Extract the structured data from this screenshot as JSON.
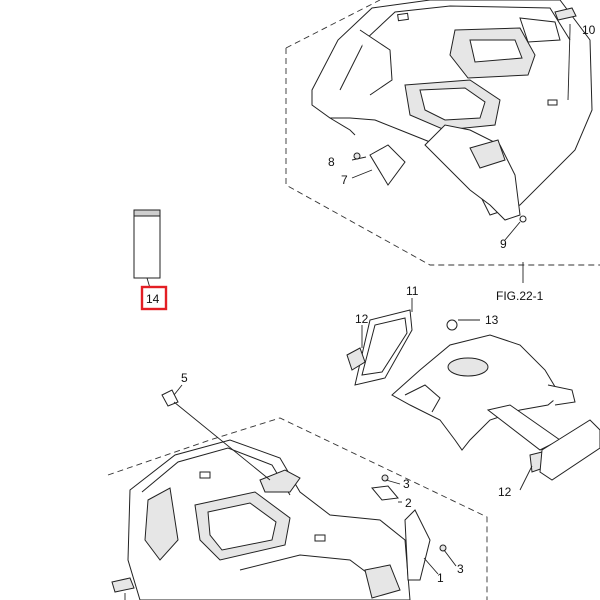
{
  "callouts": {
    "c1": "1",
    "c2": "2",
    "c3a": "3",
    "c3b": "3",
    "c5": "5",
    "c7": "7",
    "c8": "8",
    "c9": "9",
    "c10": "10",
    "c11": "11",
    "c12a": "12",
    "c12b": "12",
    "c13": "13",
    "c14": "14"
  },
  "figure_ref": "FIG.22-1",
  "colors": {
    "highlight": "#e31e24",
    "line": "#222222"
  }
}
